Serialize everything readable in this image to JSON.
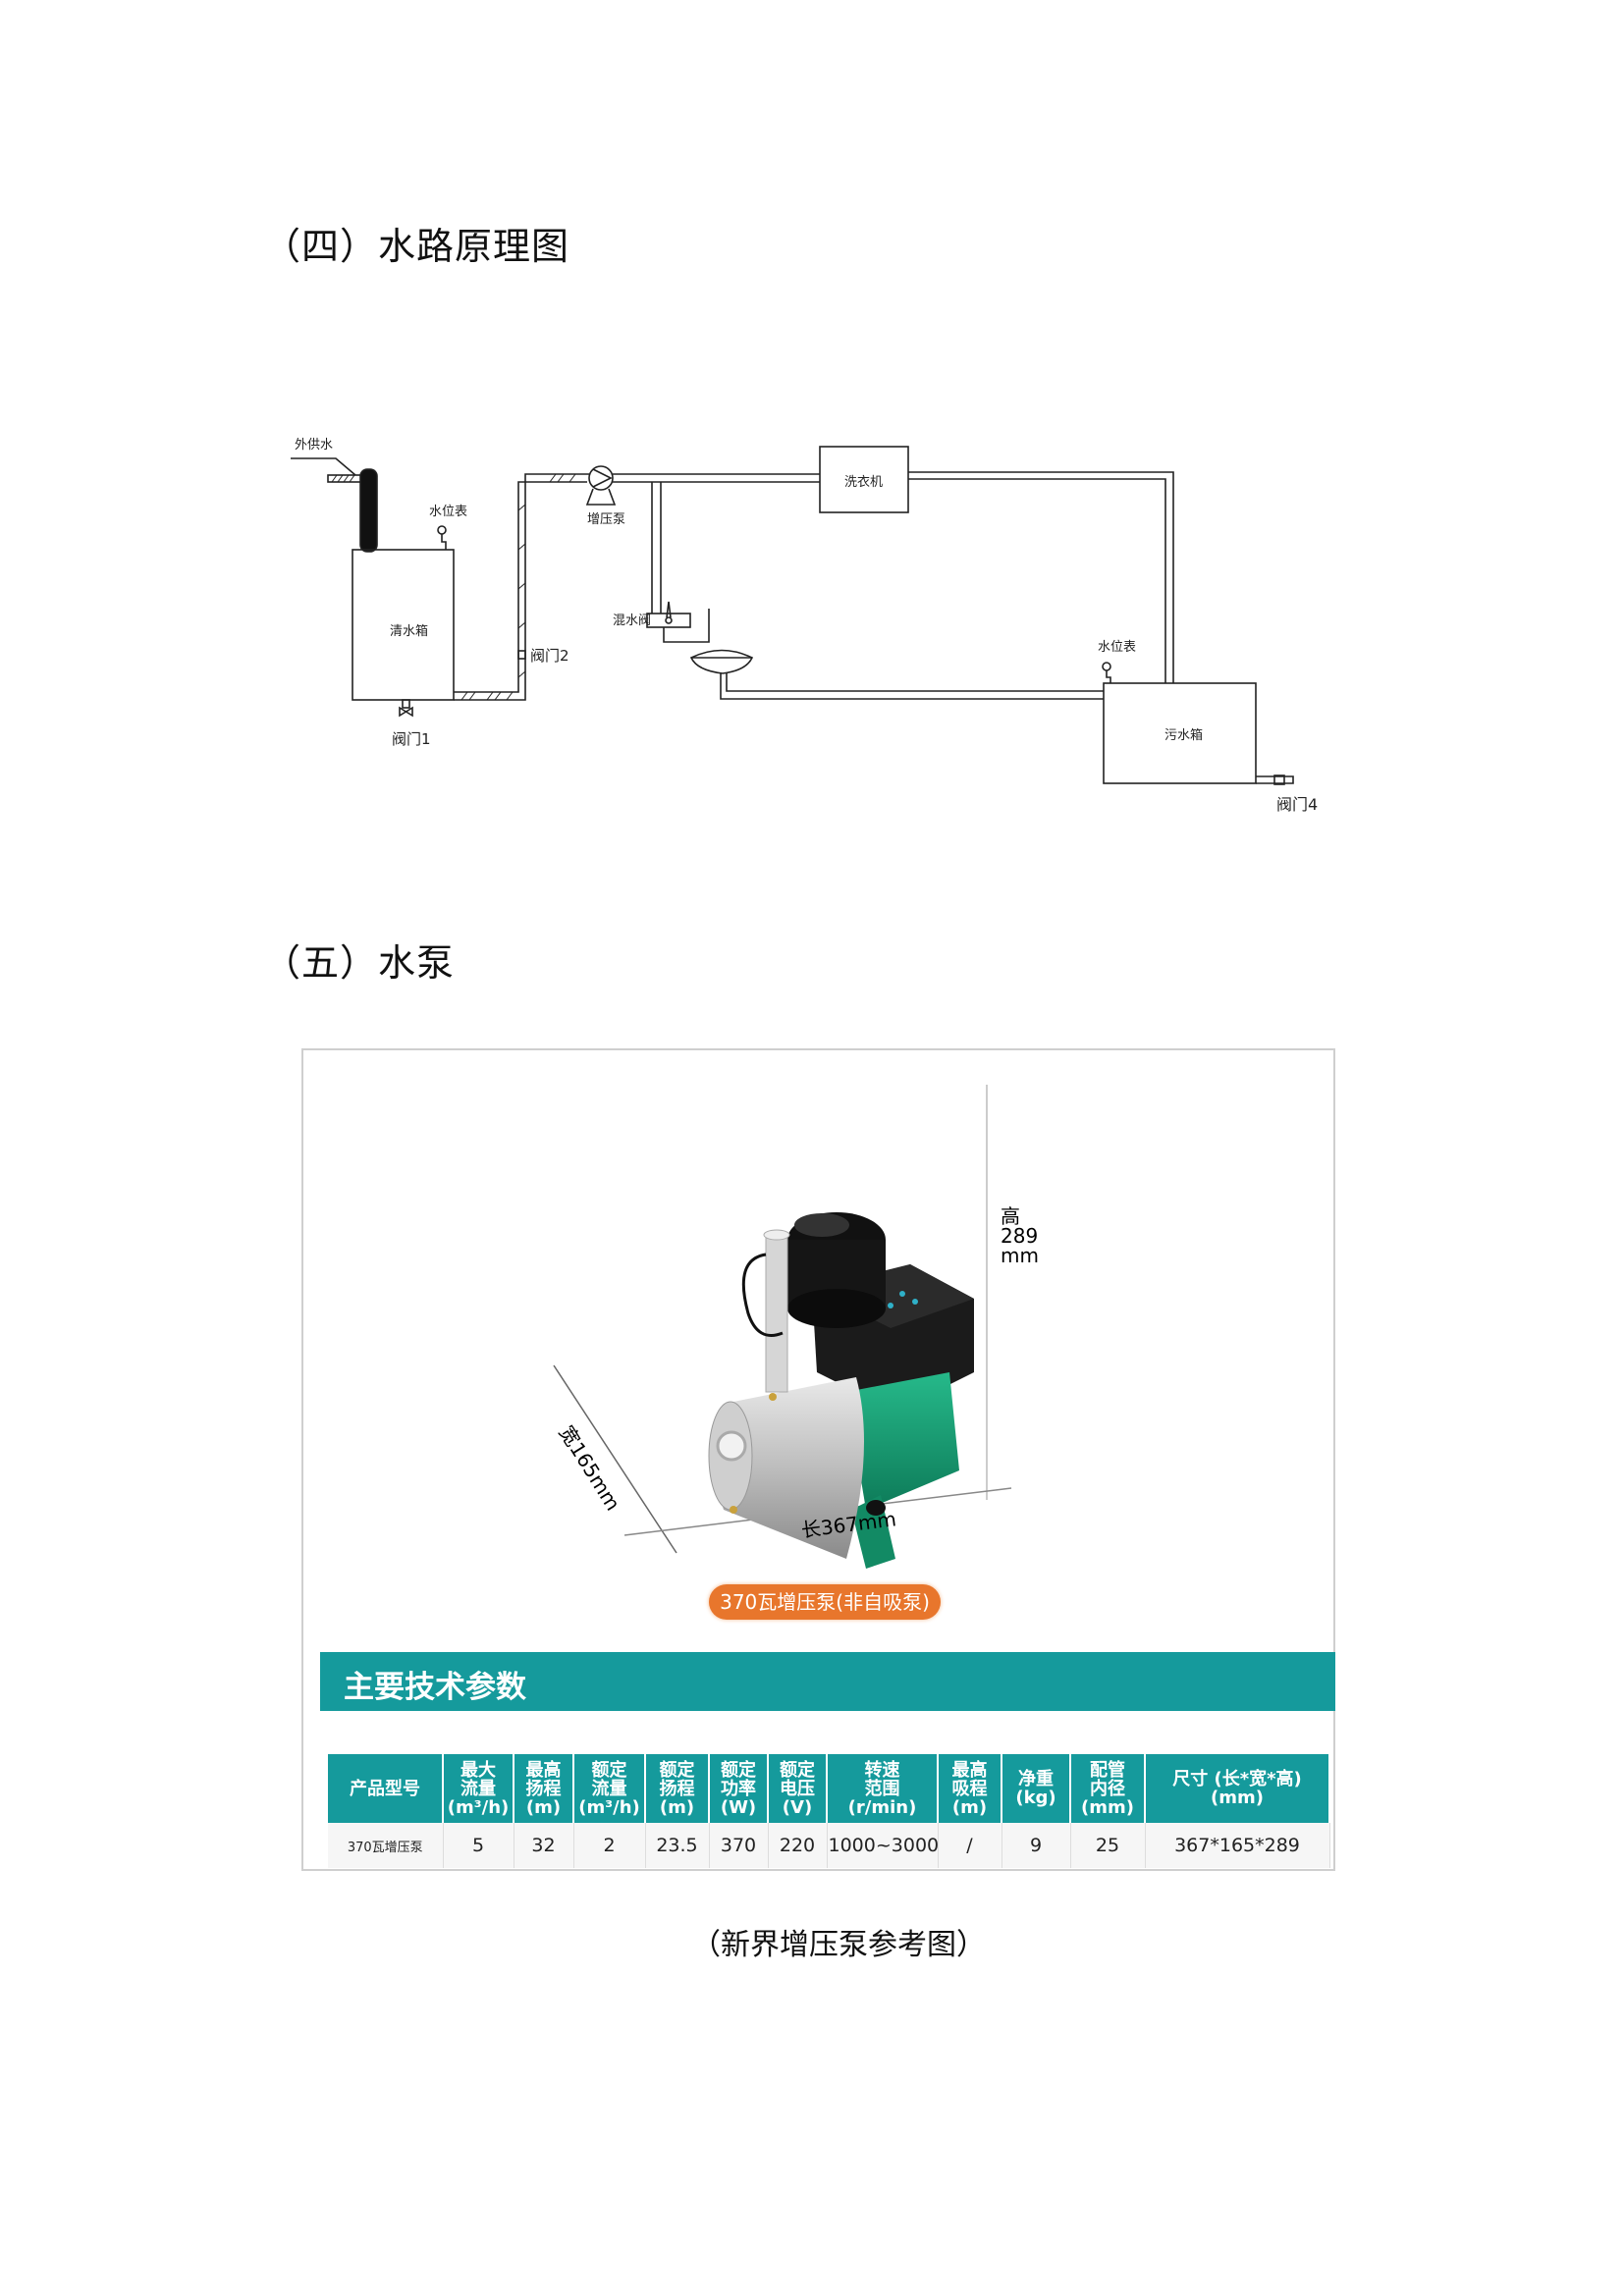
{
  "section4": {
    "title": "（四）水路原理图"
  },
  "diagram": {
    "external_supply": "外供水",
    "clean_tank": "清水箱",
    "level_gauge_1": "水位表",
    "valve1": "阀门1",
    "valve2": "阀门2",
    "booster_pump": "增压泵",
    "washing_machine": "洗衣机",
    "mixing_valve": "混水阀",
    "level_gauge_2": "水位表",
    "sewage_tank": "污水箱",
    "valve4": "阀门4"
  },
  "section5": {
    "title": "（五）水泵"
  },
  "product_image": {
    "height_label": [
      "高",
      "289",
      "mm"
    ],
    "width_label": "宽165mm",
    "length_label": "长367mm",
    "model_badge": "370瓦增压泵(非自吸泵)",
    "colors": {
      "accent_teal": "#159a9c",
      "badge_orange": "#e8762c",
      "motor_green": "#1aa37a"
    }
  },
  "specs": {
    "title": "主要技术参数",
    "headers": [
      "产品型号",
      "最大\n流量\n(m³/h)",
      "最高\n扬程\n(m)",
      "额定\n流量\n(m³/h)",
      "额定\n扬程\n(m)",
      "额定\n功率\n(W)",
      "额定\n电压\n(V)",
      "转速\n范围\n(r/min)",
      "最高\n吸程\n(m)",
      "净重\n(kg)",
      "配管\n内径\n(mm)",
      "尺寸 (长*宽*高)\n(mm)"
    ],
    "rows": [
      [
        "370瓦增压泵",
        "5",
        "32",
        "2",
        "23.5",
        "370",
        "220",
        "1000~3000",
        "/",
        "9",
        "25",
        "367*165*289"
      ]
    ]
  },
  "caption": "（新界增压泵参考图）"
}
